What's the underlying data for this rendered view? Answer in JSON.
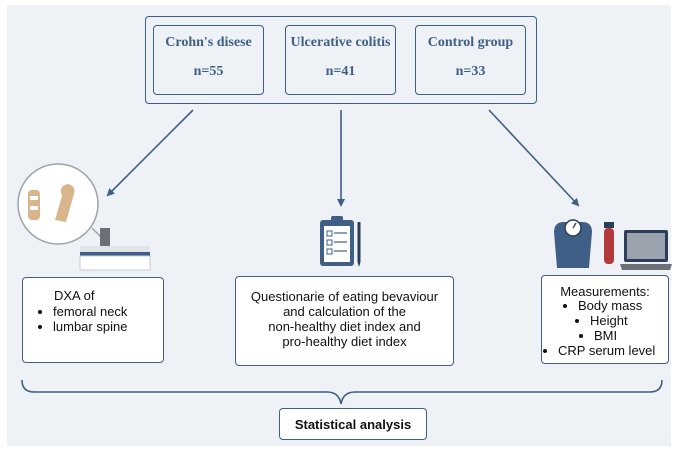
{
  "groups": [
    {
      "name": "Crohn's disese",
      "n": "n=55"
    },
    {
      "name": "Ulcerative colitis",
      "n": "n=41"
    },
    {
      "name": "Control group",
      "n": "n=33"
    }
  ],
  "boxes": {
    "dxa": {
      "title": "DXA of",
      "items": [
        "femoral neck",
        "lumbar spine"
      ]
    },
    "questionnaire": {
      "lines": [
        "Questionarie of eating bevaviour",
        "and calculation of the",
        "non-healthy diet index and",
        "pro-healthy diet index"
      ]
    },
    "measurements": {
      "title": "Measurements:",
      "items": [
        "Body mass",
        "Height",
        "BMI",
        "CRP serum level"
      ]
    }
  },
  "statistical_analysis": "Statistical analysis",
  "icons": [
    "bone-densitometer-icon",
    "clipboard-checklist-icon",
    "scale-icon",
    "blood-tube-icon",
    "laptop-icon"
  ],
  "colors": {
    "primary": "#3f5f86",
    "background": "#eef1f5",
    "bone": "#d9b58c"
  }
}
